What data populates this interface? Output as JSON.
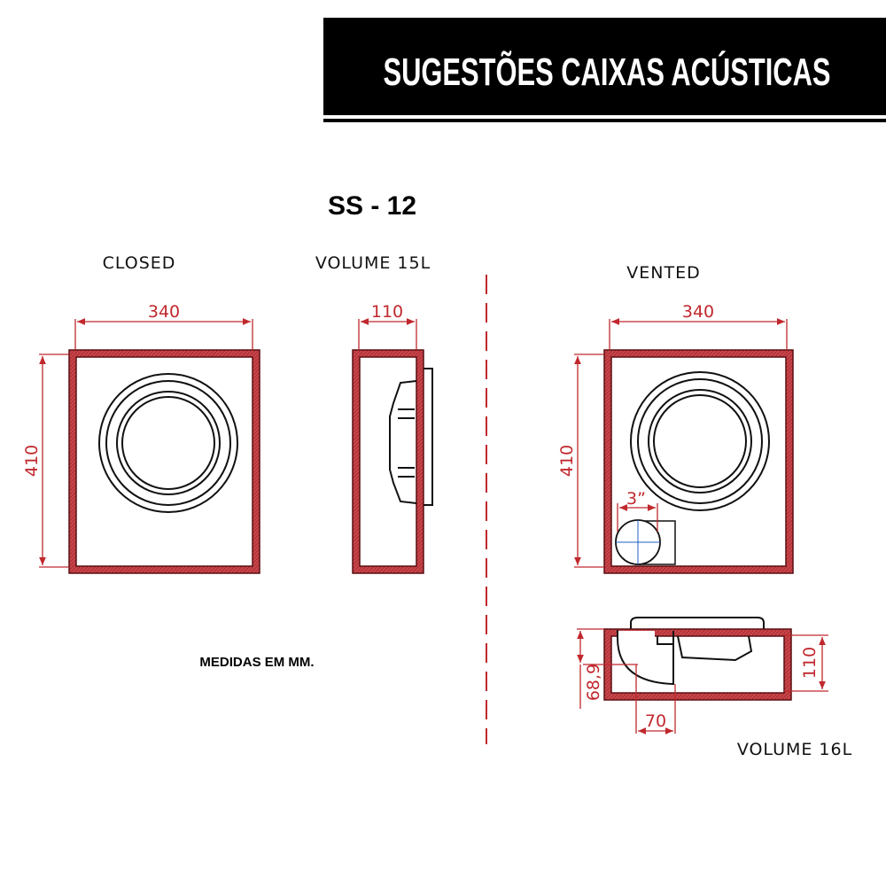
{
  "header": {
    "title": "SUGESTÕES CAIXAS ACÚSTICAS"
  },
  "model": "SS - 12",
  "closed": {
    "label": "CLOSED",
    "volume_label": "VOLUME  15L",
    "width_dim": "340",
    "height_dim": "410",
    "depth_dim": "110"
  },
  "vented": {
    "label": "VENTED",
    "width_dim": "340",
    "height_dim": "410",
    "port_dim": "3”",
    "port_offset_dim": "68,9",
    "port_length_dim": "70",
    "depth_dim": "110",
    "volume_label": "VOLUME  16L"
  },
  "note": "MEDIDAS EM MM.",
  "colors": {
    "wall": "#b3262c",
    "dimension": "#c0282d",
    "banner": "#000000"
  }
}
